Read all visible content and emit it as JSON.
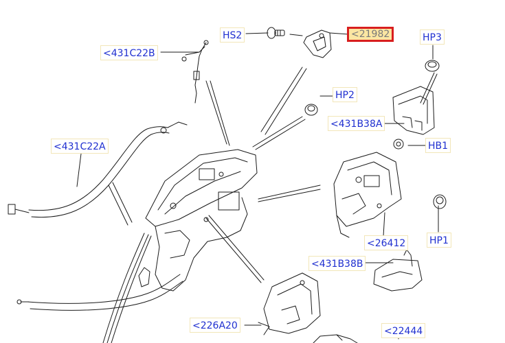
{
  "diagram": {
    "callouts": [
      {
        "id": "HS2",
        "label": "HS2",
        "selected": false
      },
      {
        "id": "21982",
        "label": "<21982",
        "selected": true
      },
      {
        "id": "HP3",
        "label": "HP3",
        "selected": false
      },
      {
        "id": "431C22B",
        "label": "<431C22B",
        "selected": false
      },
      {
        "id": "HP2",
        "label": "HP2",
        "selected": false
      },
      {
        "id": "431B38A",
        "label": "<431B38A",
        "selected": false
      },
      {
        "id": "HB1",
        "label": "HB1",
        "selected": false
      },
      {
        "id": "431C22A",
        "label": "<431C22A",
        "selected": false
      },
      {
        "id": "26412",
        "label": "<26412",
        "selected": false
      },
      {
        "id": "HP1",
        "label": "HP1",
        "selected": false
      },
      {
        "id": "431B38B",
        "label": "<431B38B",
        "selected": false
      },
      {
        "id": "226A20",
        "label": "<226A20",
        "selected": false
      },
      {
        "id": "22444",
        "label": "<22444",
        "selected": false
      }
    ],
    "colors": {
      "label_text": "#1f2fd0",
      "label_border": "#f2e6b8",
      "selected_fill": "#fbe6a2",
      "selected_border": "#d81e1e",
      "selected_text": "#7a7a7a",
      "line_art": "#1a1a1a"
    }
  }
}
